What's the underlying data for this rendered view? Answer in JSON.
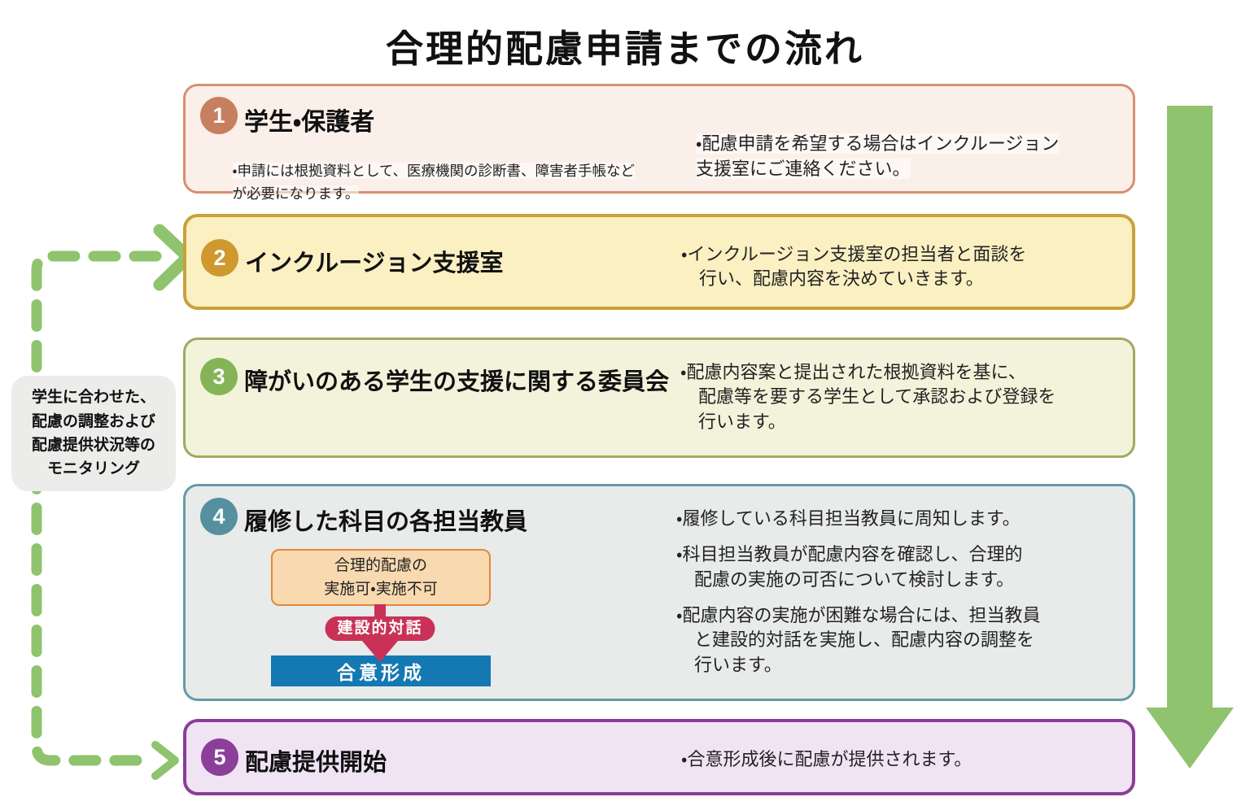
{
  "title": "合理的配慮申請までの流れ",
  "monitoring_note": "学生に合わせた、\n配慮の調整および\n配慮提供状況等の\nモニタリング",
  "steps": {
    "step1": {
      "number": "1",
      "heading": "学生・保護者",
      "note": "・申請には根拠資料として、医療機関の診断書、障害者手帳など\nが必要になります。",
      "bullet1": "・配慮申請を希望する場合はインクルージョン\n支援室にご連絡ください。"
    },
    "step2": {
      "number": "2",
      "heading": "インクルージョン支援室",
      "bullet1": "・インクルージョン支援室の担当者と面談を\n行い、配慮内容を決めていきます。"
    },
    "step3": {
      "number": "3",
      "heading": "障がいのある学生の支援に関する委員会",
      "bullet1": "・配慮内容案と提出された根拠資料を基に、\n配慮等を要する学生として承認および登録を\n行います。"
    },
    "step4": {
      "number": "4",
      "heading": "履修した科目の各担当教員",
      "bullet1": "・履修している科目担当教員に周知します。",
      "bullet2": "・科目担当教員が配慮内容を確認し、合理的\n配慮の実施の可否について検討します。",
      "bullet3": "・配慮内容の実施が困難な場合には、担当教員\nと建設的対話を実施し、配慮内容の調整を\n行います。",
      "flow": {
        "decision": "合理的配慮の\n実施可・実施不可",
        "dialog": "建設的対話",
        "consensus": "合意形成"
      }
    },
    "step5": {
      "number": "5",
      "heading": "配慮提供開始",
      "bullet1": "・合意形成後に配慮が提供されます。"
    }
  },
  "icons": {
    "feedback_arrow": "dashed-feedback-loop-arrow",
    "flow_arrow": "large-down-arrow",
    "dialog_arrow": "constructive-dialog-down-arrow"
  },
  "colors": {
    "step1_border": "#D6906F",
    "step1_bg": "#FBEFE9",
    "step1_badge": "#C67F5F",
    "step2_border": "#C7A13B",
    "step2_bg": "#FAF0C2",
    "step2_badge": "#CF992F",
    "step3_border": "#9EAA5F",
    "step3_bg": "#F3F3DB",
    "step3_badge": "#85B458",
    "step4_border": "#649AA8",
    "step4_bg": "#E8EBEA",
    "step4_badge": "#56909F",
    "step5_border": "#8A3D96",
    "step5_bg": "#F0E4F4",
    "step5_badge": "#8B3F98",
    "green_arrow": "#8FC36E",
    "dialog_red": "#C93256",
    "consensus_blue": "#1478B3",
    "decision_bg": "#F8D9B0",
    "decision_border": "#E08A3C",
    "monitor_bg": "#ECECEA"
  }
}
